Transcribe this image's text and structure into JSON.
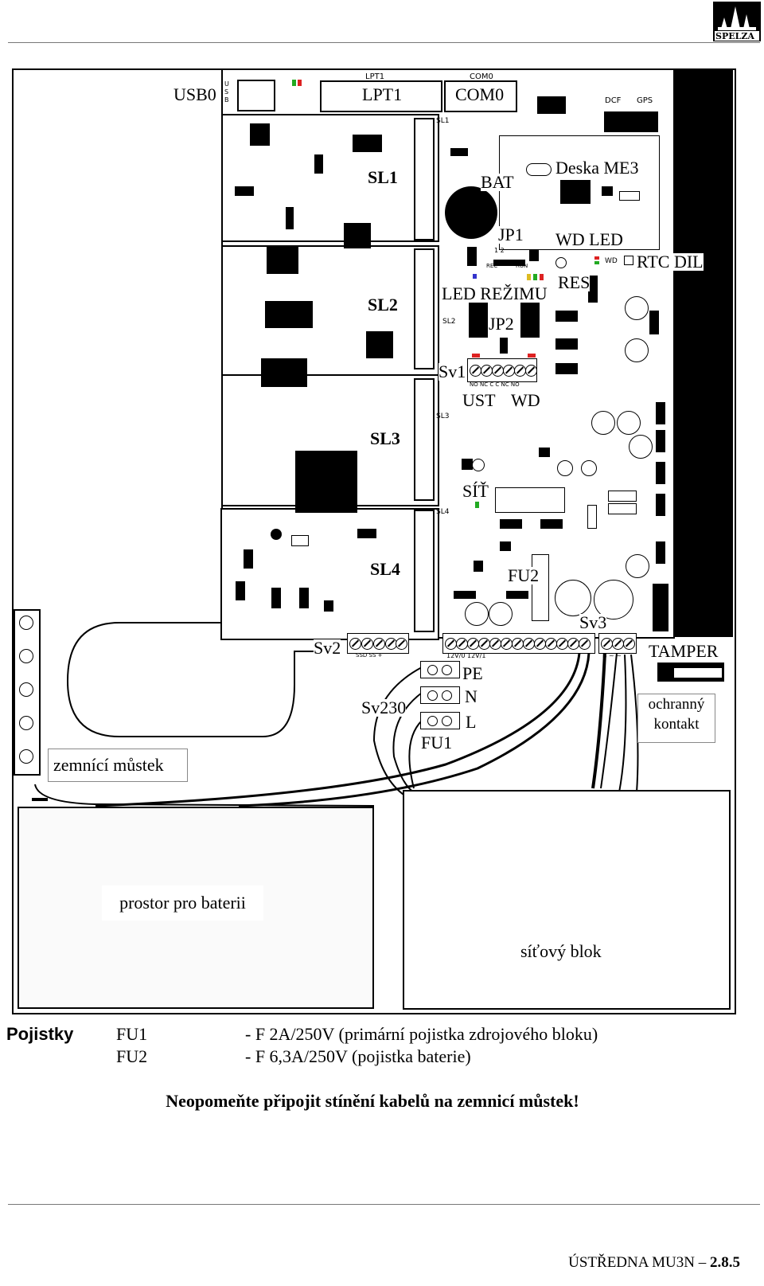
{
  "logo": {
    "text": "SPELZA"
  },
  "diagram": {
    "connectors": {
      "usb": "USB0",
      "usb_side": "USB",
      "lpt": "LPT1",
      "lpt_small": "LPT1",
      "com": "COM0",
      "com_small": "COM0",
      "dcf": "DCF",
      "gps": "GPS"
    },
    "slots": {
      "sl1": "SL1",
      "sl2": "SL2",
      "sl3": "SL3",
      "sl4": "SL4",
      "sl1_small": "SL1",
      "sl2_small": "SL2",
      "sl3_small": "SL3",
      "sl4_small": "SL4"
    },
    "labels": {
      "bat": "BAT",
      "deska": "Deska ME3",
      "jp1": "JP1",
      "wd_led": "WD LED",
      "rtc_dil": "RTC DIL",
      "res": "RES",
      "led_rezimu": "LED REŽIMU",
      "jp2": "JP2",
      "sv1": "Sv1",
      "ust": "UST",
      "wd": "WD",
      "sit": "SÍŤ",
      "fu2": "FU2",
      "sv3": "Sv3",
      "tamper": "TAMPER",
      "sv2": "Sv2",
      "pe": "PE",
      "n": "N",
      "l": "L",
      "sv230": "Sv230",
      "fu1": "FU1",
      "ochranny_1": "ochranný",
      "ochranny_2": "kontakt",
      "zemnici": "zemnící můstek",
      "baterie": "prostor pro baterii",
      "sitovy": "síťový blok"
    },
    "small": {
      "jp1_pins": "1  2",
      "rec": "REC",
      "run": "RUN",
      "wd_small": "WD",
      "sv1_pins": "NO NC  C  C  NC NO",
      "sv2_pins": "SSD SS    +",
      "sv3_pins": "12V/0  12V/1",
      "sv3_b": "B  ~  ~"
    }
  },
  "fuses": {
    "title": "Pojistky",
    "rows": [
      {
        "name": "FU1",
        "desc": "- F 2A/250V (primární pojistka zdrojového bloku)"
      },
      {
        "name": "FU2",
        "desc": "- F 6,3A/250V (pojistka baterie)"
      }
    ]
  },
  "note": "Neopomeňte připojit stínění kabelů na zemnicí můstek!",
  "footer": {
    "title": "ÚSTŘEDNA MU3N – ",
    "number": "2.8.5"
  }
}
